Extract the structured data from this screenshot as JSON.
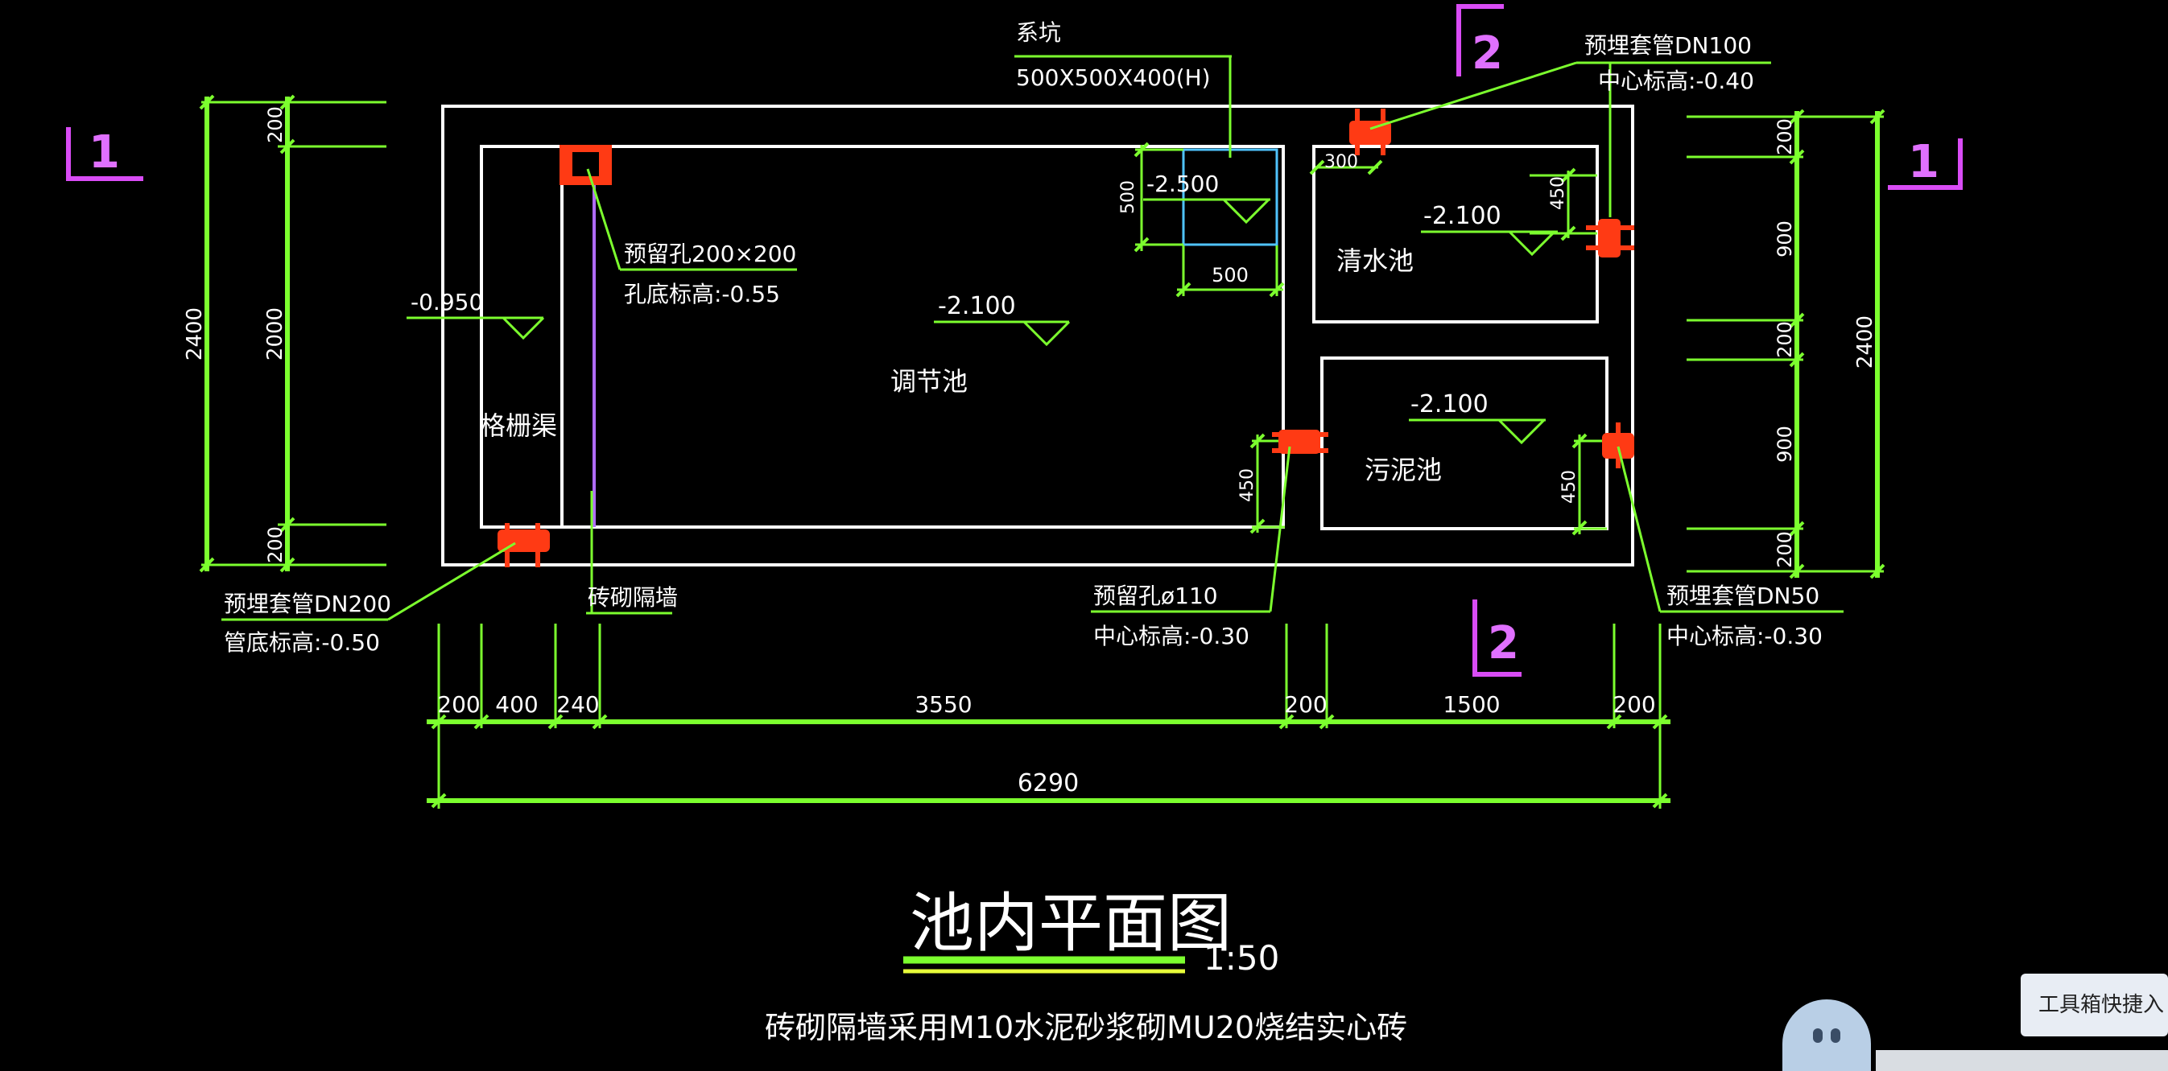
{
  "drawing": {
    "title": "池内平面图",
    "scale": "1:50",
    "note": "砖砌隔墙采用M10水泥砂浆砌MU20烧结实心砖"
  },
  "section_marks": {
    "section_1": "1",
    "section_2": "2"
  },
  "rooms": {
    "grille_channel": "格栅渠",
    "regulating_tank": "调节池",
    "clear_water_tank": "清水池",
    "sludge_tank": "污泥池"
  },
  "elevations": {
    "grille": "-0.950",
    "regulating": "-2.100",
    "sump": "-2.500",
    "clear": "-2.100",
    "sludge": "-2.100"
  },
  "annotations": {
    "sump_title": "系坑",
    "sump_size": "500X500X400(H)",
    "reserved_hole_title": "预留孔200×200",
    "reserved_hole_elev": "孔底标高:-0.55",
    "sleeve_dn100_title": "预埋套管DN100",
    "sleeve_dn100_elev": "中心标高:-0.40",
    "sleeve_dn200_title": "预埋套管DN200",
    "sleeve_dn200_elev": "管底标高:-0.50",
    "brick_wall": "砖砌隔墙",
    "hole_110_title": "预留孔ø110",
    "hole_110_elev": "中心标高:-0.30",
    "sleeve_dn50_title": "预埋套管DN50",
    "sleeve_dn50_elev": "中心标高:-0.30"
  },
  "dimensions": {
    "bottom": [
      "200",
      "400",
      "240",
      "3550",
      "200",
      "1500",
      "200"
    ],
    "total": "6290",
    "left_total": "2400",
    "left_parts": [
      "200",
      "2000",
      "200"
    ],
    "right_total": "2400",
    "right_parts": [
      "200",
      "900",
      "200",
      "900",
      "200"
    ],
    "sump_500_bottom": "500",
    "sump_500_left": "500",
    "dim_300": "300",
    "dim_450_clear": "450",
    "dim_450_wall": "450",
    "dim_450_sludge": "450"
  },
  "ui": {
    "toolbox_tip": "工具箱快捷入"
  }
}
